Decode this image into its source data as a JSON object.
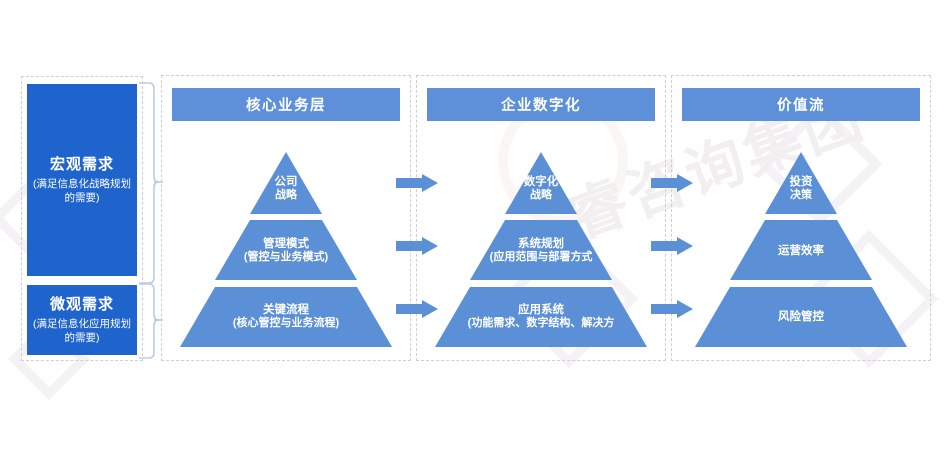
{
  "colors": {
    "deep_blue": "#1f64cc",
    "mid_blue": "#4e86d4",
    "header_blue": "#5d90d8",
    "tier_blue": "#5b8fd6",
    "arrow_blue": "#5b8fd6",
    "bracket_blue": "#b9cdea",
    "dash_gray": "#cfcfcf",
    "text_white": "#ffffff"
  },
  "left_panel": {
    "boxes": [
      {
        "name": "macro-requirement",
        "title": "宏观需求",
        "subtitle": "(满足信息化战略规划的需要)"
      },
      {
        "name": "micro-requirement",
        "title": "微观需求",
        "subtitle": "(满足信息化应用规划的需要)"
      }
    ]
  },
  "columns": [
    {
      "id": "core-business",
      "header": "核心业务层",
      "tiers": [
        {
          "line1": "公司",
          "line2": "战略"
        },
        {
          "line1": "管理模式",
          "line2": "(管控与业务模式)"
        },
        {
          "line1": "关键流程",
          "line2": "(核心管控与业务流程)"
        }
      ]
    },
    {
      "id": "enterprise-digitalization",
      "header": "企业数字化",
      "tiers": [
        {
          "line1": "数字化",
          "line2": "战略"
        },
        {
          "line1": "系统规划",
          "line2": "(应用范围与部署方式"
        },
        {
          "line1": "应用系统",
          "line2": "(功能需求、数字结构、解决方"
        }
      ]
    },
    {
      "id": "value-stream",
      "header": "价值流",
      "tiers": [
        {
          "line1": "投资",
          "line2": "决策"
        },
        {
          "line1": "运营效率",
          "line2": ""
        },
        {
          "line1": "风险管控",
          "line2": ""
        }
      ]
    }
  ],
  "arrows": {
    "label": "flow-arrow",
    "count_per_gap": 3,
    "gaps": 2
  },
  "watermark": {
    "text": "睿咨询集团"
  }
}
